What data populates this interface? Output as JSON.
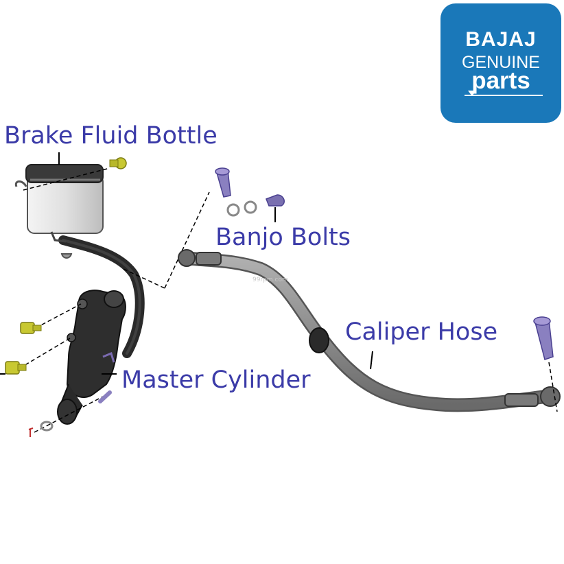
{
  "labels": {
    "brake_fluid_bottle": "Brake Fluid Bottle",
    "banjo_bolts": "Banjo Bolts",
    "caliper_hose": "Caliper Hose",
    "master_cylinder": "Master Cylinder"
  },
  "logo": {
    "brand": "BAJAJ",
    "genuine": "GENUINE",
    "parts": "parts"
  },
  "watermark": "99rpm.com",
  "colors": {
    "label_text": "#3b3ba8",
    "logo_bg": "#1a78b9",
    "bolt_yellow": "#c8c832",
    "banjo_purple": "#8a80c0",
    "hose_gray": "#8c8c8c",
    "part_dark": "#2a2a2a",
    "bottle_light": "#e8e8e8"
  }
}
